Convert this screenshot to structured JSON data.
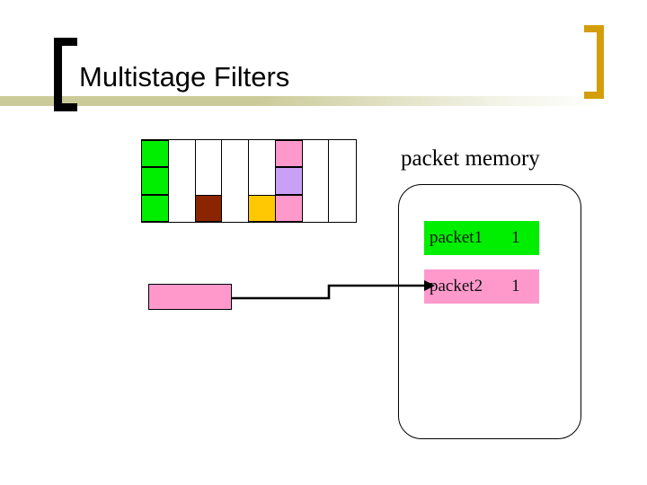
{
  "slide": {
    "title": "Multistage Filters",
    "accent_band_color": "#cbcb99",
    "bracket_left_color": "#000000",
    "bracket_right_color": "#d39e09"
  },
  "counter_grid": {
    "columns": 8,
    "rows": 3,
    "colors": {
      "green": "#00ee00",
      "pink": "#ff99cc",
      "purple": "#c9a0f5",
      "brown": "#8b2500",
      "gold": "#ffc800",
      "empty": "#ffffff"
    },
    "cells": [
      [
        "green",
        "empty",
        "empty",
        "empty",
        "empty",
        "pink",
        "empty",
        "empty"
      ],
      [
        "green",
        "empty",
        "empty",
        "empty",
        "empty",
        "purple",
        "empty",
        "empty"
      ],
      [
        "green",
        "empty",
        "brown",
        "empty",
        "gold",
        "pink",
        "empty",
        "empty"
      ]
    ]
  },
  "packet_memory": {
    "label": "packet memory",
    "entries": [
      {
        "name": "packet1",
        "count": "1",
        "color": "#00ee00"
      },
      {
        "name": "packet2",
        "count": "1",
        "color": "#ff99cc"
      }
    ]
  },
  "incoming_packet": {
    "color": "#ff99cc",
    "points_to": "packet2"
  }
}
